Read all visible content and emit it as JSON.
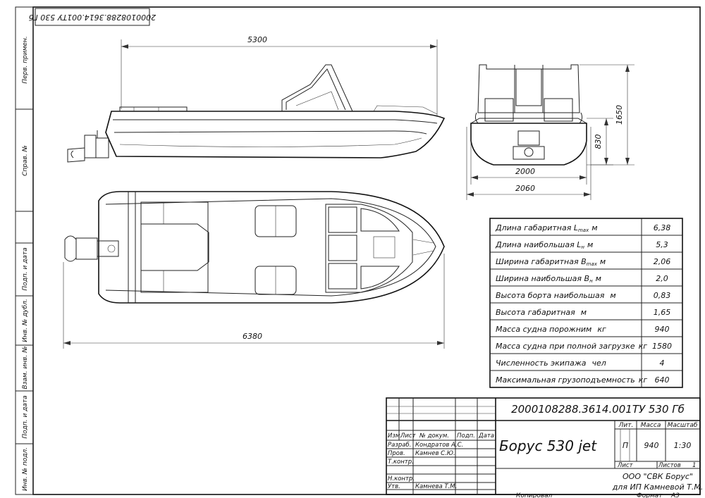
{
  "stamp_top": "2000108288.3614.001ТУ  530 Гб",
  "side_labels": [
    "Перв. примен.",
    "Справ. №",
    "Подп. и дата",
    "Инв. № дубл.",
    "Взам. инв. №",
    "Подп. и дата",
    "Инв. № подл."
  ],
  "dimensions": {
    "length_top": "5300",
    "length_bottom": "6380",
    "width_inner": "2000",
    "width_outer": "2060",
    "height_board": "830",
    "height_total": "1650"
  },
  "specs": [
    {
      "name": "Длина габаритная L",
      "sub": "max",
      "unit": "м",
      "value": "6,38"
    },
    {
      "name": "Длина наибольшая L",
      "sub": "н",
      "unit": "м",
      "value": "5,3"
    },
    {
      "name": "Ширина габаритная B",
      "sub": "max",
      "unit": "м",
      "value": "2,06"
    },
    {
      "name": "Ширина наибольшая B",
      "sub": "н",
      "unit": "м",
      "value": "2,0"
    },
    {
      "name": "Высота борта наибольшая",
      "sub": "",
      "unit": "м",
      "value": "0,83"
    },
    {
      "name": "Высота габаритная",
      "sub": "",
      "unit": "м",
      "value": "1,65"
    },
    {
      "name": "Масса судна порожним",
      "sub": "",
      "unit": "кг",
      "value": "940"
    },
    {
      "name": "Масса судна при полной загрузке",
      "sub": "",
      "unit": "кг",
      "value": "1580"
    },
    {
      "name": "Численность экипажа",
      "sub": "",
      "unit": "чел",
      "value": "4"
    },
    {
      "name": "Максимальная грузоподъемность",
      "sub": "",
      "unit": "кг",
      "value": "640"
    }
  ],
  "title_block": {
    "designation": "2000108288.3614.001ТУ  530 Гб",
    "name": "Борус 530 jet",
    "headers": {
      "izm": "Изм.",
      "list": "Лист",
      "doc": "№ докум.",
      "sign": "Подп.",
      "date": "Дата"
    },
    "roles": [
      {
        "role": "Разраб.",
        "person": "Кондратов А.С."
      },
      {
        "role": "Пров.",
        "person": "Камнев С.Ю."
      },
      {
        "role": "Т.контр.",
        "person": ""
      },
      {
        "role": "",
        "person": ""
      },
      {
        "role": "Н.контр.",
        "person": ""
      },
      {
        "role": "Утв.",
        "person": "Камнева Т.М."
      }
    ],
    "lit_label": "Лит.",
    "mass_label": "Масса",
    "scale_label": "Масштаб",
    "lit_value": "П",
    "mass_value": "940",
    "scale_value": "1:30",
    "sheet_label": "Лист",
    "sheets_label": "Листов",
    "sheets_value": "1",
    "org_line1": "ООО \"СВК Борус\"",
    "org_line2": "для ИП Камневой Т.М.",
    "copied": "Копировал",
    "format_label": "Формат",
    "format_value": "А3"
  }
}
